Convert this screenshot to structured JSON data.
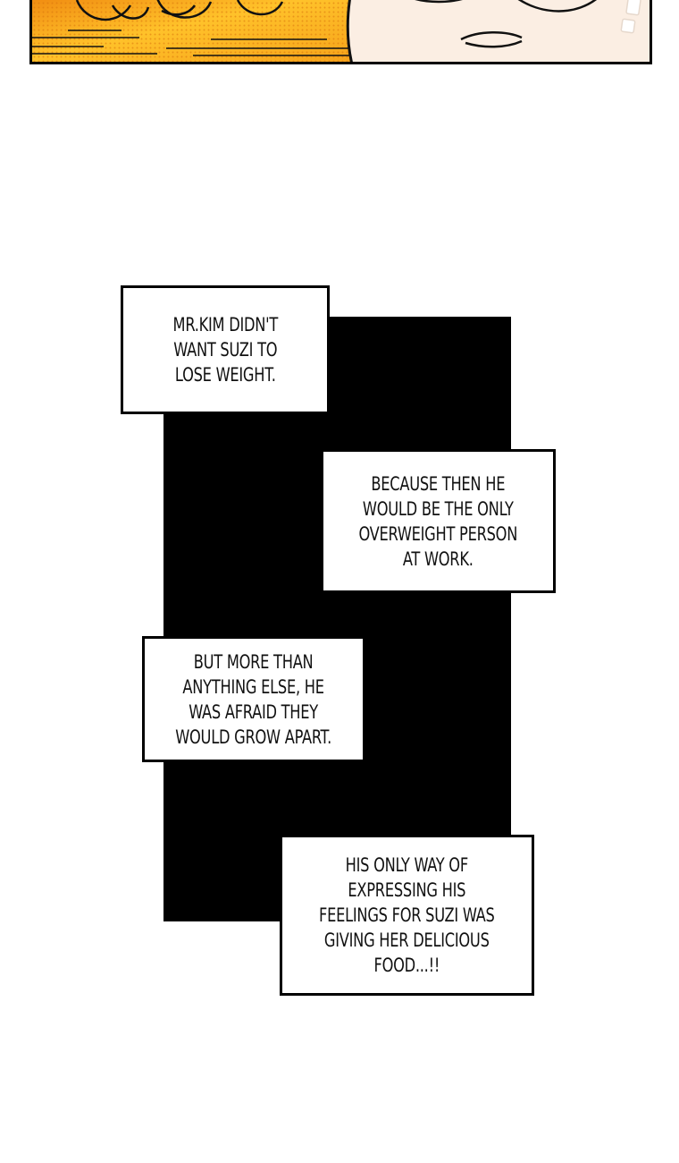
{
  "page": {
    "background_color": "#ffffff",
    "panel_art_colors": {
      "orange": "#f6a21a",
      "yellow": "#ffd23a",
      "skin": "#fbeee3",
      "ink": "#111111"
    }
  },
  "captions": [
    {
      "text": "MR.KIM DIDN'T\nWANT SUZI TO\nLOSE WEIGHT."
    },
    {
      "text": "BECAUSE THEN HE\nWOULD BE THE ONLY\nOVERWEIGHT PERSON\nAT WORK."
    },
    {
      "text": "BUT MORE THAN\nANYTHING ELSE, HE\nWAS AFRAID THEY\nWOULD GROW APART."
    },
    {
      "text": "HIS ONLY WAY OF\nEXPRESSING HIS\nFEELINGS FOR SUZI WAS\nGIVING HER DELICIOUS\nFOOD...!!"
    }
  ]
}
